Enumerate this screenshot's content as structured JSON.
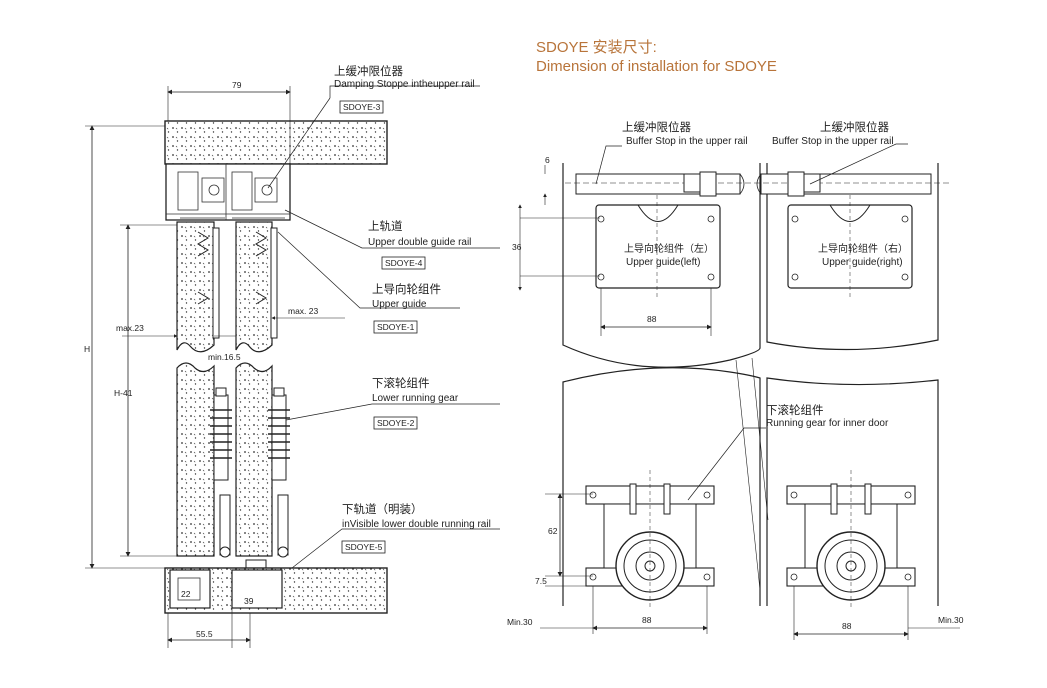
{
  "title": {
    "line1": "SDOYE 安装尺寸:",
    "line2": "Dimension of installation for SDOYE",
    "color": "#b8743a"
  },
  "left_section": {
    "damping_stop": {
      "cn": "上缓冲限位器",
      "en": "Damping Stoppe intheupper rail",
      "code": "SDOYE-3"
    },
    "upper_rail": {
      "cn": "上轨道",
      "en": "Upper double guide rail",
      "code": "SDOYE-4"
    },
    "upper_guide": {
      "cn": "上导向轮组件",
      "en": "Upper guide",
      "code": "SDOYE-1"
    },
    "lower_gear": {
      "cn": "下滚轮组件",
      "en": "Lower running gear",
      "code": "SDOYE-2"
    },
    "lower_rail": {
      "cn": "下轨道（明装）",
      "en": "inVisible lower double running rail",
      "code": "SDOYE-5"
    },
    "dims": {
      "top_width": "79",
      "H": "H",
      "H41": "H-41",
      "max23_left": "max.23",
      "max23_right": "max. 23",
      "min16": "min.16.5",
      "w22": "22",
      "w39": "39",
      "w55": "55.5"
    }
  },
  "right_section": {
    "buffer_left": {
      "cn": "上缓冲限位器",
      "en": "Buffer Stop in the upper rail"
    },
    "buffer_right": {
      "cn": "上缓冲限位器",
      "en": "Buffer Stop in the upper rail"
    },
    "guide_left": {
      "cn": "上导向轮组件（左）",
      "en": "Upper guide(left)"
    },
    "guide_right": {
      "cn": "上导向轮组件（右）",
      "en": "Upper guide(right)"
    },
    "inner_gear": {
      "cn": "下滚轮组件",
      "en": "Running gear for inner door"
    },
    "dims": {
      "d6": "6",
      "d36": "36",
      "d88_top": "88",
      "d62": "62",
      "d75": "7.5",
      "d88_left": "88",
      "d88_right": "88",
      "min30_left": "Min.30",
      "min30_right": "Min.30"
    }
  }
}
